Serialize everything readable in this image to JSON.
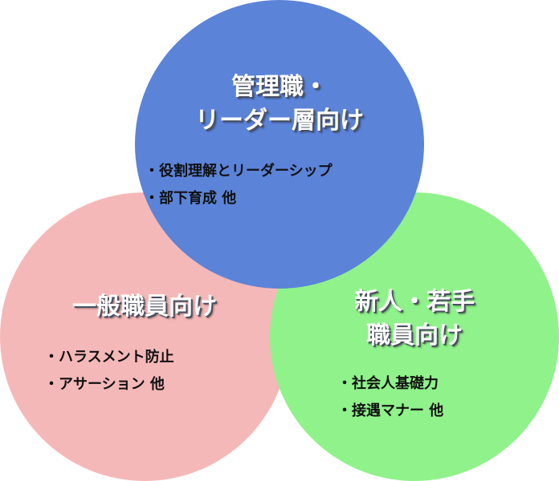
{
  "circles": [
    {
      "id": "management",
      "title_lines": [
        "管理職・",
        "リーダー層向け"
      ],
      "items": [
        "役割理解とリーダーシップ",
        "部下育成 他"
      ],
      "color": "#5b83d8"
    },
    {
      "id": "general",
      "title_lines": [
        "一般職員向け"
      ],
      "items": [
        "ハラスメント防止",
        "アサーション 他"
      ],
      "color": "#f5b8b8"
    },
    {
      "id": "newcomer",
      "title_lines": [
        "新人・若手",
        "職員向け"
      ],
      "items": [
        "社会人基礎力",
        "接遇マナー 他"
      ],
      "color": "#8ff28a"
    }
  ]
}
